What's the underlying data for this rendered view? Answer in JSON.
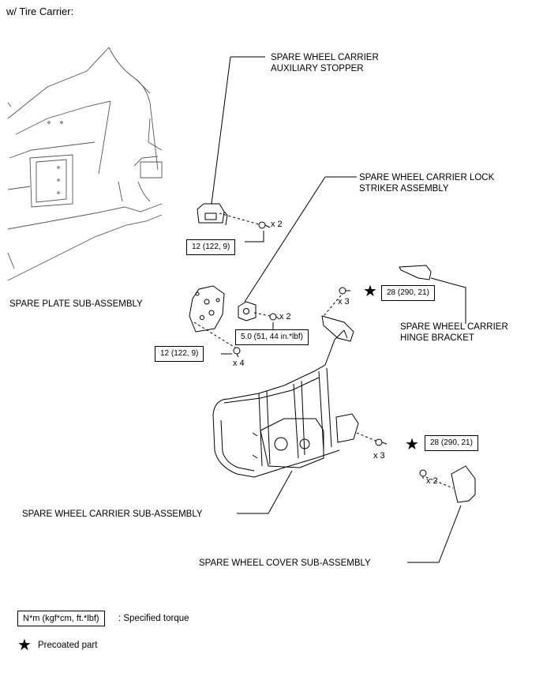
{
  "header": {
    "title": "w/ Tire Carrier:"
  },
  "labels": {
    "aux_stopper": [
      "SPARE WHEEL CARRIER",
      "AUXILIARY STOPPER"
    ],
    "lock_striker": [
      "SPARE WHEEL CARRIER LOCK",
      "STRIKER ASSEMBLY"
    ],
    "spare_plate": "SPARE PLATE SUB-ASSEMBLY",
    "hinge_bracket": [
      "SPARE WHEEL CARRIER",
      "HINGE BRACKET"
    ],
    "carrier": "SPARE WHEEL CARRIER SUB-ASSEMBLY",
    "cover": "SPARE WHEEL COVER SUB-ASSEMBLY"
  },
  "torques": {
    "aux_stopper": "12 (122, 9)",
    "striker": "5.0 (51, 44 in.*lbf)",
    "spare_plate": "12 (122, 9)",
    "hinge_top": "28 (290, 21)",
    "hinge_side": "28 (290, 21)"
  },
  "quantities": {
    "aux_stopper": "x 2",
    "striker": "x 2",
    "spare_plate": "x 4",
    "hinge_top": "x 3",
    "hinge_side": "x 3",
    "cover": "x 2"
  },
  "legend": {
    "torque_unit": "N*m (kgf*cm, ft.*lbf)",
    "torque_desc": ": Specified torque",
    "precoat_desc": "Precoated part",
    "star_glyph": "★"
  }
}
